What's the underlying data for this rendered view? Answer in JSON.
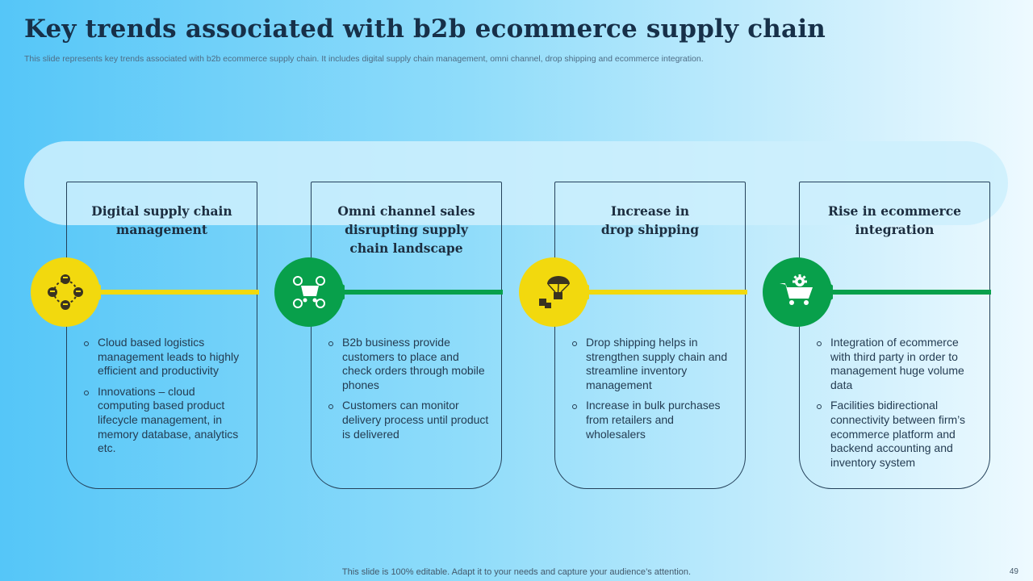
{
  "title": "Key trends associated with b2b ecommerce supply chain",
  "subtitle": "This slide represents key trends associated with b2b ecommerce supply chain. It includes digital supply chain management, omni channel, drop shipping and ecommerce integration.",
  "colors": {
    "yellow": "#f2d90e",
    "green": "#08a04b",
    "border": "#24415a"
  },
  "cards": [
    {
      "title_lines": [
        "Digital supply chain",
        "management"
      ],
      "icon": "network-nodes-icon",
      "bullets": [
        "Cloud based logistics management leads to highly efficient and productivity",
        "Innovations – cloud computing based product lifecycle management, in memory database, analytics etc."
      ]
    },
    {
      "title_lines": [
        "Omni channel sales",
        "disrupting supply",
        "chain landscape"
      ],
      "icon": "omnichannel-cart-icon",
      "bullets": [
        "B2b business provide customers to place and check orders through mobile phones",
        "Customers can monitor delivery process until product is delivered"
      ]
    },
    {
      "title_lines": [
        "Increase in",
        "drop shipping"
      ],
      "icon": "parachute-box-icon",
      "bullets": [
        "Drop shipping helps in strengthen supply chain and streamline inventory management",
        "Increase in bulk purchases from retailers and wholesalers"
      ]
    },
    {
      "title_lines": [
        "Rise in ecommerce",
        "integration"
      ],
      "icon": "cart-gear-icon",
      "bullets": [
        "Integration of ecommerce with third party in order to management huge volume data",
        "Facilities bidirectional connectivity between firm’s ecommerce platform and backend accounting and inventory system"
      ]
    }
  ],
  "footer": "This slide is 100% editable. Adapt it to your needs and capture your audience’s attention.",
  "page_number": "49"
}
